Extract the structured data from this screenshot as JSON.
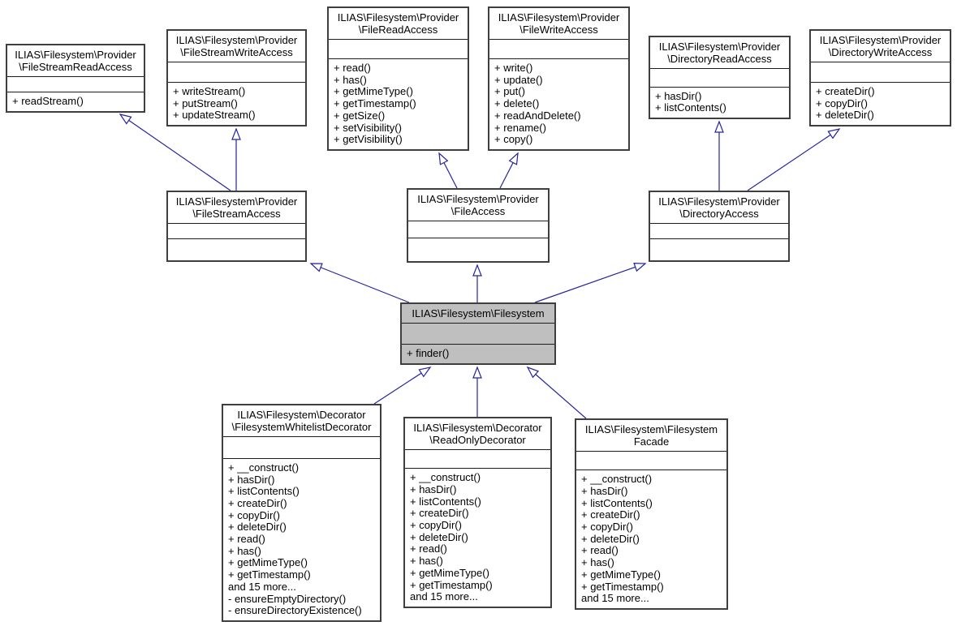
{
  "diagram": {
    "title": "ILIAS Filesystem class inheritance diagram",
    "colors": {
      "background": "#ffffff",
      "node_border": "#3f3f3f",
      "node_fill": "#ffffff",
      "highlight_fill": "#bfbfbf",
      "arrow": "#24249c",
      "text": "#000000"
    },
    "classes": [
      {
        "id": "file-stream-read-access",
        "title_lines": [
          "ILIAS\\Filesystem\\Provider",
          "\\FileStreamReadAccess"
        ],
        "methods": [
          "+ readStream()"
        ]
      },
      {
        "id": "file-stream-write-access",
        "title_lines": [
          "ILIAS\\Filesystem\\Provider",
          "\\FileStreamWriteAccess"
        ],
        "methods": [
          "+ writeStream()",
          "+ putStream()",
          "+ updateStream()"
        ]
      },
      {
        "id": "file-read-access",
        "title_lines": [
          "ILIAS\\Filesystem\\Provider",
          "\\FileReadAccess"
        ],
        "methods": [
          "+ read()",
          "+ has()",
          "+ getMimeType()",
          "+ getTimestamp()",
          "+ getSize()",
          "+ setVisibility()",
          "+ getVisibility()"
        ]
      },
      {
        "id": "file-write-access",
        "title_lines": [
          "ILIAS\\Filesystem\\Provider",
          "\\FileWriteAccess"
        ],
        "methods": [
          "+ write()",
          "+ update()",
          "+ put()",
          "+ delete()",
          "+ readAndDelete()",
          "+ rename()",
          "+ copy()"
        ]
      },
      {
        "id": "directory-read-access",
        "title_lines": [
          "ILIAS\\Filesystem\\Provider",
          "\\DirectoryReadAccess"
        ],
        "methods": [
          "+ hasDir()",
          "+ listContents()"
        ]
      },
      {
        "id": "directory-write-access",
        "title_lines": [
          "ILIAS\\Filesystem\\Provider",
          "\\DirectoryWriteAccess"
        ],
        "methods": [
          "+ createDir()",
          "+ copyDir()",
          "+ deleteDir()"
        ]
      },
      {
        "id": "file-stream-access",
        "title_lines": [
          "ILIAS\\Filesystem\\Provider",
          "\\FileStreamAccess"
        ],
        "methods": []
      },
      {
        "id": "file-access",
        "title_lines": [
          "ILIAS\\Filesystem\\Provider",
          "\\FileAccess"
        ],
        "methods": []
      },
      {
        "id": "directory-access",
        "title_lines": [
          "ILIAS\\Filesystem\\Provider",
          "\\DirectoryAccess"
        ],
        "methods": []
      },
      {
        "id": "filesystem",
        "title_lines": [
          "ILIAS\\Filesystem\\Filesystem"
        ],
        "methods": [
          "+ finder()"
        ],
        "highlighted": true
      },
      {
        "id": "filesystem-whitelist-decorator",
        "title_lines": [
          "ILIAS\\Filesystem\\Decorator",
          "\\FilesystemWhitelistDecorator"
        ],
        "methods": [
          "+ __construct()",
          "+ hasDir()",
          "+ listContents()",
          "+ createDir()",
          "+ copyDir()",
          "+ deleteDir()",
          "+ read()",
          "+ has()",
          "+ getMimeType()",
          "+ getTimestamp()",
          "and 15 more...",
          "- ensureEmptyDirectory()",
          "- ensureDirectoryExistence()"
        ]
      },
      {
        "id": "read-only-decorator",
        "title_lines": [
          "ILIAS\\Filesystem\\Decorator",
          "\\ReadOnlyDecorator"
        ],
        "methods": [
          "+ __construct()",
          "+ hasDir()",
          "+ listContents()",
          "+ createDir()",
          "+ copyDir()",
          "+ deleteDir()",
          "+ read()",
          "+ has()",
          "+ getMimeType()",
          "+ getTimestamp()",
          "and 15 more..."
        ]
      },
      {
        "id": "filesystem-facade",
        "title_lines": [
          "ILIAS\\Filesystem\\Filesystem",
          "Facade"
        ],
        "methods": [
          "+ __construct()",
          "+ hasDir()",
          "+ listContents()",
          "+ createDir()",
          "+ copyDir()",
          "+ deleteDir()",
          "+ read()",
          "+ has()",
          "+ getMimeType()",
          "+ getTimestamp()",
          "and 15 more..."
        ]
      }
    ],
    "inheritance": [
      {
        "child": "file-stream-access",
        "parent": "file-stream-read-access"
      },
      {
        "child": "file-stream-access",
        "parent": "file-stream-write-access"
      },
      {
        "child": "file-access",
        "parent": "file-read-access"
      },
      {
        "child": "file-access",
        "parent": "file-write-access"
      },
      {
        "child": "directory-access",
        "parent": "directory-read-access"
      },
      {
        "child": "directory-access",
        "parent": "directory-write-access"
      },
      {
        "child": "filesystem",
        "parent": "file-stream-access"
      },
      {
        "child": "filesystem",
        "parent": "file-access"
      },
      {
        "child": "filesystem",
        "parent": "directory-access"
      },
      {
        "child": "filesystem-whitelist-decorator",
        "parent": "filesystem"
      },
      {
        "child": "read-only-decorator",
        "parent": "filesystem"
      },
      {
        "child": "filesystem-facade",
        "parent": "filesystem"
      }
    ]
  }
}
